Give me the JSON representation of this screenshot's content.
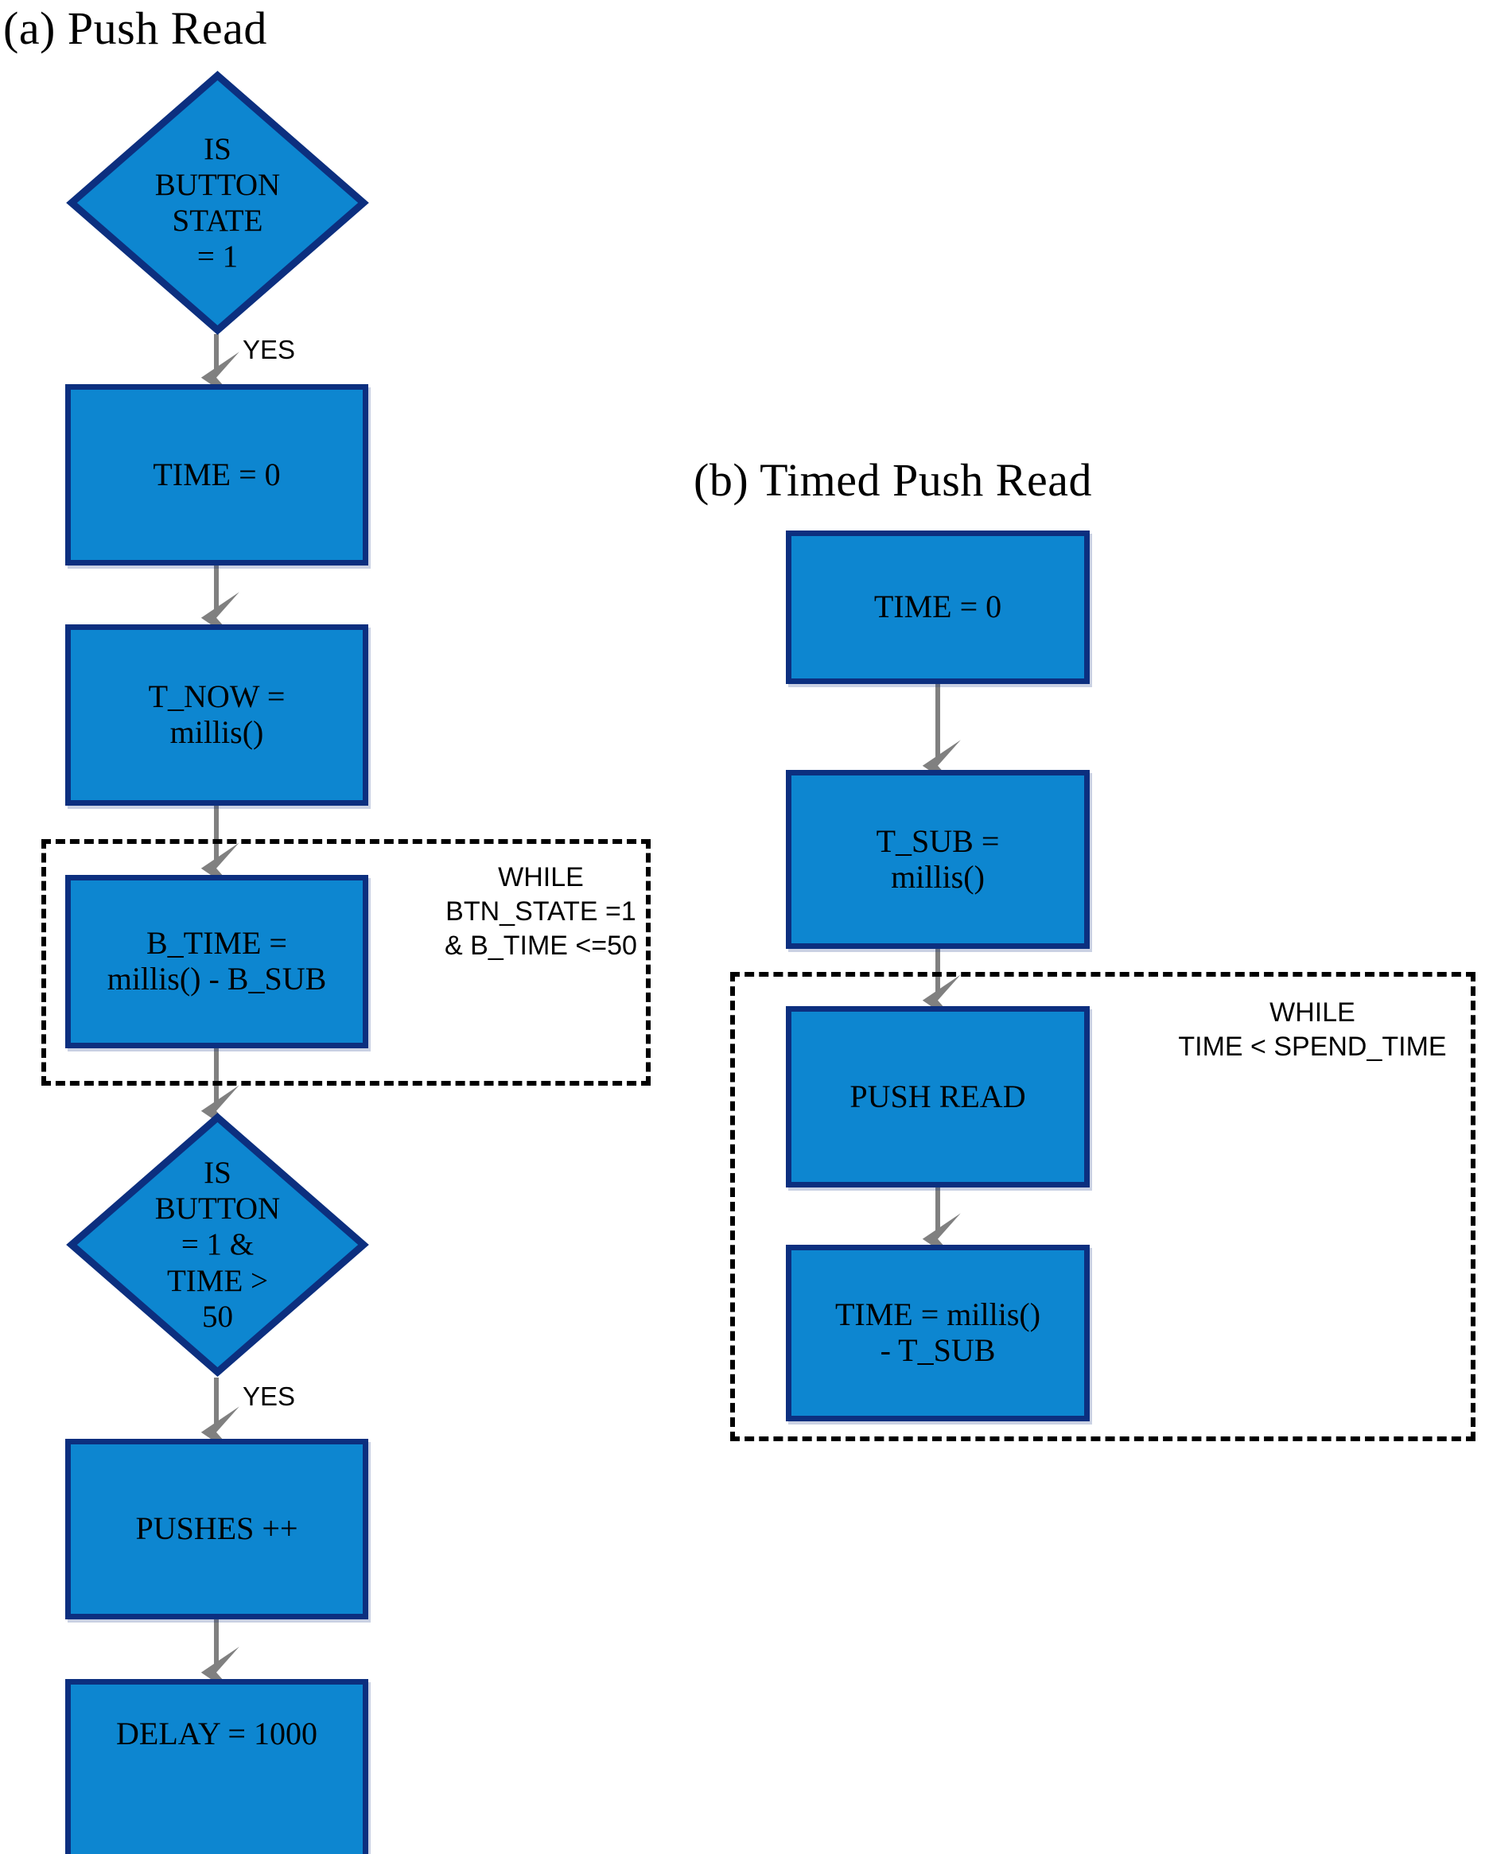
{
  "figure": {
    "type": "flowchart",
    "background": "#ffffff",
    "node_fill": "#0d86d0",
    "node_border": "#0c2f7f",
    "arrow_color": "#808080",
    "loop_border": "#000000"
  },
  "panels": [
    {
      "id": "a",
      "title": "(a) Push Read",
      "nodes": [
        {
          "key": "decision1",
          "shape": "diamond",
          "text": "IS\nBUTTON\nSTATE\n= 1"
        },
        {
          "key": "time0",
          "shape": "rect",
          "text": "TIME = 0"
        },
        {
          "key": "tnow",
          "shape": "rect",
          "text": "T_NOW =\nmillis()"
        },
        {
          "key": "btime",
          "shape": "rect",
          "text": "B_TIME =\nmillis() - B_SUB"
        },
        {
          "key": "decision2",
          "shape": "diamond",
          "text": "IS\nBUTTON\n= 1 &\nTIME >\n50"
        },
        {
          "key": "pushes",
          "shape": "rect",
          "text": "PUSHES ++"
        },
        {
          "key": "delay",
          "shape": "rect",
          "text": "DELAY = 1000"
        }
      ],
      "edge_labels": [
        {
          "key": "yes1",
          "text": "YES"
        },
        {
          "key": "yes2",
          "text": "YES"
        }
      ],
      "loop": {
        "key": "while-a",
        "label": "WHILE\nBTN_STATE =1\n& B_TIME <=50"
      }
    },
    {
      "id": "b",
      "title": "(b) Timed Push Read",
      "nodes": [
        {
          "key": "time0b",
          "shape": "rect",
          "text": "TIME = 0"
        },
        {
          "key": "tsub",
          "shape": "rect",
          "text": "T_SUB =\nmillis()"
        },
        {
          "key": "pushread",
          "shape": "rect",
          "text": "PUSH READ"
        },
        {
          "key": "timecalc",
          "shape": "rect",
          "text": "TIME = millis()\n- T_SUB"
        }
      ],
      "edge_labels": [],
      "loop": {
        "key": "while-b",
        "label": "WHILE\nTIME < SPEND_TIME"
      }
    }
  ]
}
